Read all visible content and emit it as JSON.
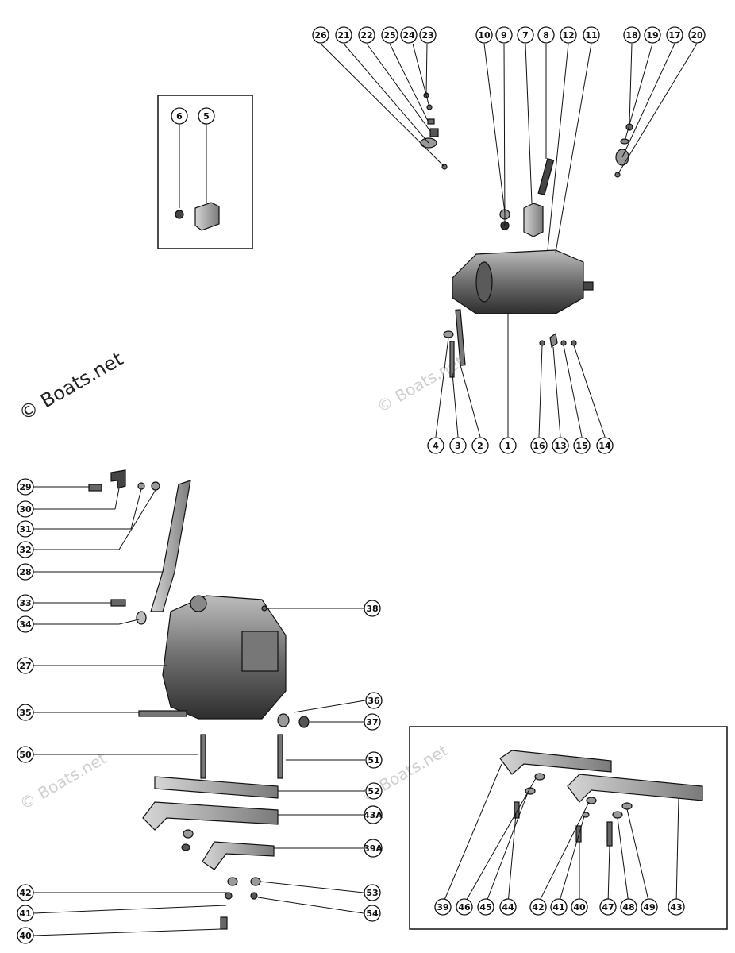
{
  "watermark": {
    "text": "© Boats.net"
  },
  "callouts": {
    "n1": "1",
    "n2": "2",
    "n3": "3",
    "n4": "4",
    "n5": "5",
    "n6": "6",
    "n7": "7",
    "n8": "8",
    "n9": "9",
    "n10": "10",
    "n11": "11",
    "n12": "12",
    "n13": "13",
    "n14": "14",
    "n15": "15",
    "n16": "16",
    "n17": "17",
    "n18": "18",
    "n19": "19",
    "n20": "20",
    "n21": "21",
    "n22": "22",
    "n23": "23",
    "n24": "24",
    "n25": "25",
    "n26": "26",
    "n27": "27",
    "n28": "28",
    "n29": "29",
    "n30": "30",
    "n31": "31",
    "n32": "32",
    "n33": "33",
    "n34": "34",
    "n35": "35",
    "n36": "36",
    "n37": "37",
    "n38": "38",
    "n39": "39",
    "n39A": "39A",
    "n40": "40",
    "n41": "41",
    "n42": "42",
    "n43": "43",
    "n43A": "43A",
    "n44": "44",
    "n45": "45",
    "n46": "46",
    "n47": "47",
    "n48": "48",
    "n49": "49",
    "n50": "50",
    "n51": "51",
    "n52": "52",
    "n53": "53",
    "n54": "54"
  },
  "colors": {
    "ink": "#111111",
    "part_fill": "#8a8a8a",
    "part_dark": "#3a3a3a",
    "watermark": "#cfcfcf"
  }
}
